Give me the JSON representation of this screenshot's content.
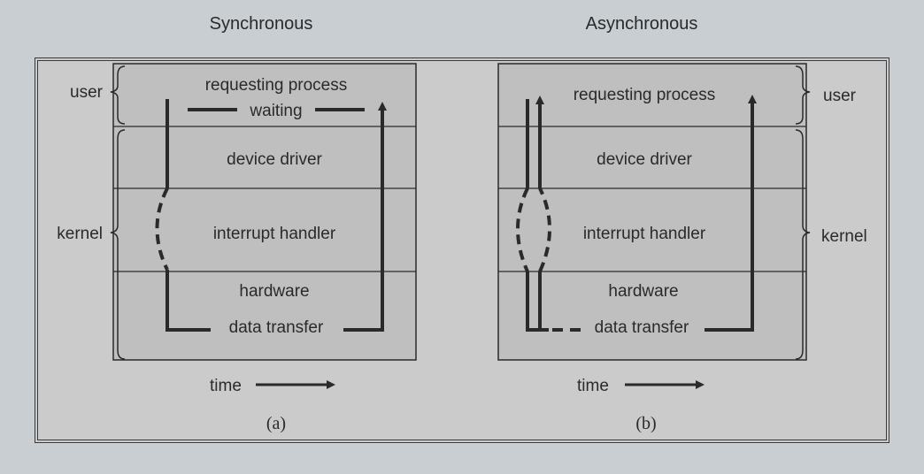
{
  "titles": {
    "sync": "Synchronous",
    "async": "Asynchronous"
  },
  "sync": {
    "layers": {
      "user": "requesting process",
      "waiting": "waiting",
      "driver": "device driver",
      "handler": "interrupt handler",
      "hardware": "hardware",
      "transfer": "data transfer"
    },
    "brace_user": "user",
    "brace_kernel": "kernel",
    "time": "time",
    "caption": "(a)"
  },
  "async": {
    "layers": {
      "user": "requesting process",
      "driver": "device driver",
      "handler": "interrupt handler",
      "hardware": "hardware",
      "transfer": "data transfer"
    },
    "brace_user": "user",
    "brace_kernel": "kernel",
    "time": "time",
    "caption": "(b)"
  },
  "colors": {
    "background": "#c8ced2",
    "panel": "#bfbfbf",
    "line": "#2a2a2a"
  }
}
